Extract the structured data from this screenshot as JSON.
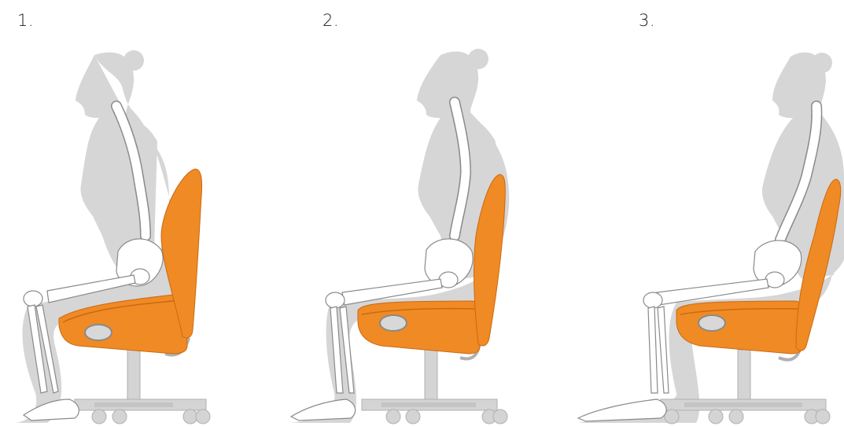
{
  "panels": [
    {
      "number": "1.",
      "posture": "seat-tilted-forward"
    },
    {
      "number": "2.",
      "posture": "seat-level"
    },
    {
      "number": "3.",
      "posture": "seat-level-backrest-reclined"
    }
  ],
  "colors": {
    "body_silhouette": "#d6d6d6",
    "bone_fill": "#ffffff",
    "bone_outline": "#8a8a8a",
    "chair_orange": "#f08a24",
    "chair_orange_dark": "#c96a12",
    "chair_base": "#d4d4d4",
    "chair_base_outline": "#b0b0b0"
  }
}
